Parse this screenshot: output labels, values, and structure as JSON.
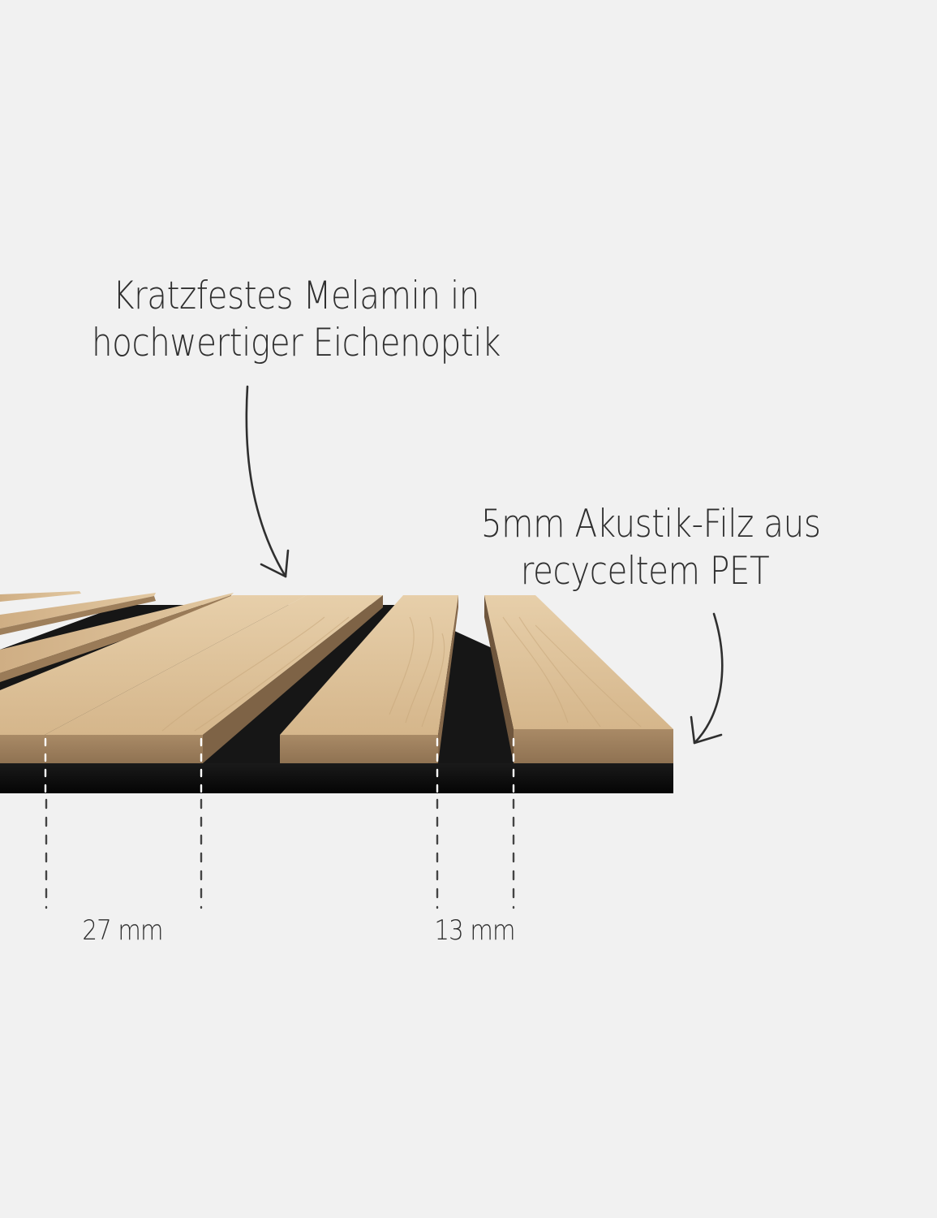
{
  "annotations": {
    "melamin_line1": "Kratzfestes Melamin in",
    "melamin_line2": "hochwertiger Eichenoptik",
    "felt_line1": "5mm Akustik-Filz aus",
    "felt_line2": "recyceltem PET"
  },
  "dimensions": {
    "slat_width": "27 mm",
    "gap_width": "13 mm"
  },
  "colors": {
    "background": "#f1f1f1",
    "text": "#2f2f2f",
    "oak_top": "#dcbf97",
    "oak_edge": "#a0805c",
    "felt": "#111111",
    "dashed_guides": "#ffffff"
  }
}
